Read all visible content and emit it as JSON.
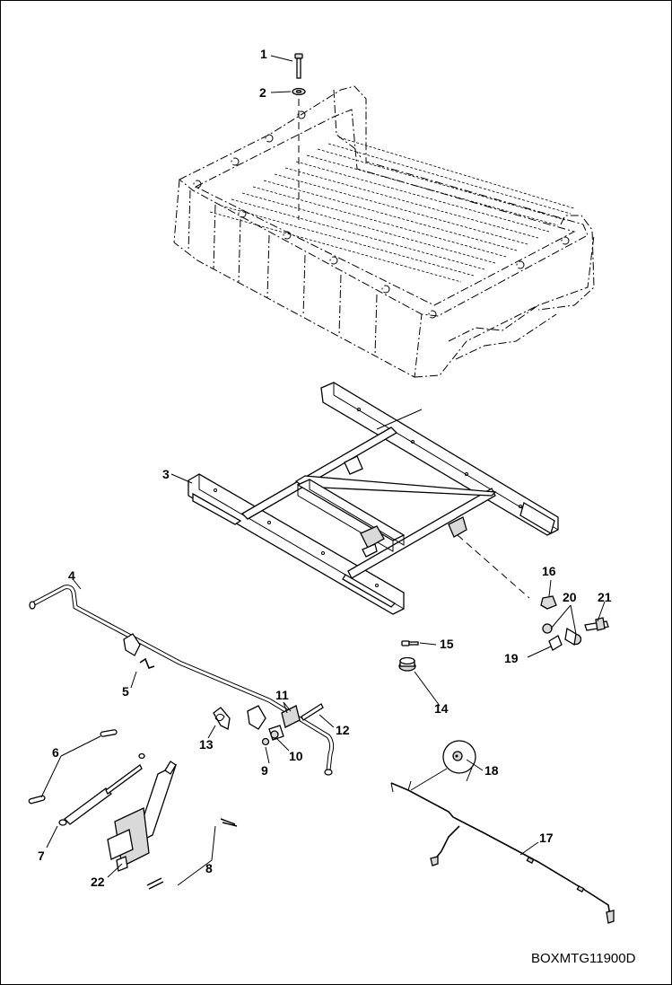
{
  "diagram": {
    "drawing_code": "BOXMTG11900D",
    "callouts": [
      {
        "num": "1",
        "part": "bolt"
      },
      {
        "num": "2",
        "part": "washer"
      },
      {
        "num": "3",
        "part": "box-mount-frame"
      },
      {
        "num": "4",
        "part": "latch-rod"
      },
      {
        "num": "5",
        "part": "pin"
      },
      {
        "num": "6",
        "part": "pin"
      },
      {
        "num": "7",
        "part": "gas-strut"
      },
      {
        "num": "8",
        "part": "hairpin-clip"
      },
      {
        "num": "9",
        "part": "nut"
      },
      {
        "num": "10",
        "part": "bushing"
      },
      {
        "num": "11",
        "part": "clamp"
      },
      {
        "num": "12",
        "part": "bolt"
      },
      {
        "num": "13",
        "part": "spring-latch"
      },
      {
        "num": "14",
        "part": "bumper"
      },
      {
        "num": "15",
        "part": "screw"
      },
      {
        "num": "16",
        "part": "nut"
      },
      {
        "num": "17",
        "part": "wire-harness"
      },
      {
        "num": "18",
        "part": "grommet"
      },
      {
        "num": "19",
        "part": "pin"
      },
      {
        "num": "20",
        "part": "bushing"
      },
      {
        "num": "21",
        "part": "bolt"
      },
      {
        "num": "22",
        "part": "actuator"
      }
    ]
  }
}
